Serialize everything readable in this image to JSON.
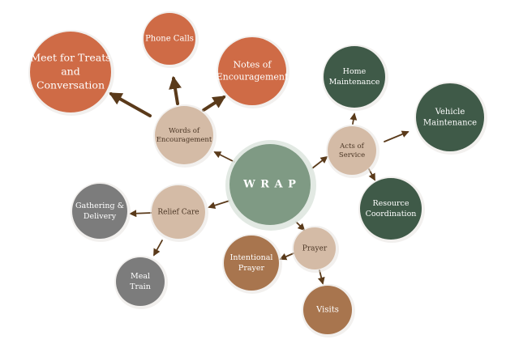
{
  "colors": {
    "center": "#7f9a84",
    "center_halo": "#dfe7e0",
    "secondary": "#d4bba6",
    "orange": "#cf6b46",
    "green": "#3f5a48",
    "gray": "#7c7c7c",
    "brown": "#a8754e",
    "arrow": "#5a3a1a",
    "light_text": "#ffffff",
    "dark_text": "#4a3524"
  },
  "nodes": {
    "center": {
      "lines": [
        "W  R  A  P"
      ]
    },
    "words_of_encouragement": {
      "lines": [
        "Words of",
        "Encouragement"
      ]
    },
    "acts_of_service": {
      "lines": [
        "Acts of",
        "Service"
      ]
    },
    "relief_care": {
      "lines": [
        "Relief Care"
      ]
    },
    "prayer": {
      "lines": [
        "Prayer"
      ]
    },
    "meet_for_treats": {
      "lines": [
        "Meet for Treats",
        "and",
        "Conversation"
      ]
    },
    "phone_calls": {
      "lines": [
        "Phone Calls"
      ]
    },
    "notes_of_encouragement": {
      "lines": [
        "Notes of",
        "Encouragement"
      ]
    },
    "home_maintenance": {
      "lines": [
        "Home",
        "Maintenance"
      ]
    },
    "vehicle_maintenance": {
      "lines": [
        "Vehicle",
        "Maintenance"
      ]
    },
    "resource_coordination": {
      "lines": [
        "Resource",
        "Coordination"
      ]
    },
    "gathering_delivery": {
      "lines": [
        "Gathering &",
        "Delivery"
      ]
    },
    "meal_train": {
      "lines": [
        "Meal",
        "Train"
      ]
    },
    "intentional_prayer": {
      "lines": [
        "Intentional",
        "Prayer"
      ]
    },
    "visits": {
      "lines": [
        "Visits"
      ]
    }
  }
}
